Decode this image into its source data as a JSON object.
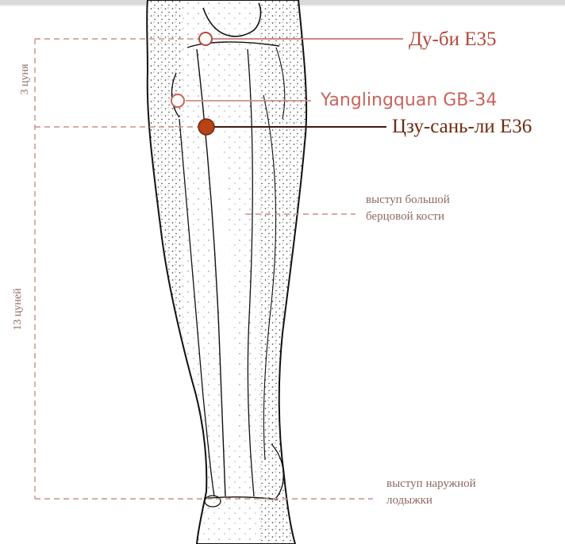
{
  "points": [
    {
      "name": "Ду-би E35",
      "color": "#b3473a",
      "filled": false
    },
    {
      "name": "Yanglingquan GB-34",
      "color": "#c9645c",
      "filled": false
    },
    {
      "name": "Цзу-сань-ли E36",
      "color": "#6e2a14",
      "filled": true,
      "fill": "#b84316"
    }
  ],
  "landmarks": [
    {
      "line1": "выступ большой",
      "line2": "берцовой кости"
    },
    {
      "line1": "выступ наружной",
      "line2": "лодыжки"
    }
  ],
  "measures": [
    {
      "label": "3 цуня"
    },
    {
      "label": "13 цуней"
    }
  ],
  "colors": {
    "guide": "#c99088",
    "text_muted": "#8c6a60",
    "skin_outline": "#111111",
    "dots": "#2a2a2a"
  }
}
